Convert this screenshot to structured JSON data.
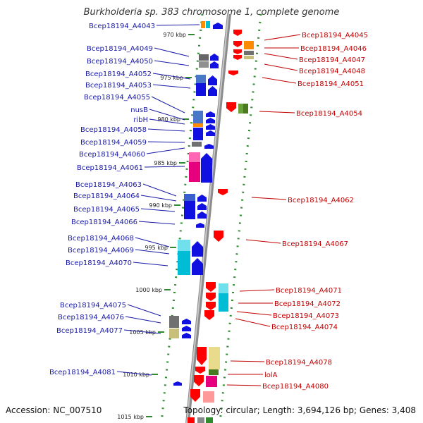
{
  "title": "Burkholderia sp. 383 chromosome 1, complete genome",
  "accession": "Accession: NC_007510",
  "summary": "Topology: circular; Length: 3,694,126 bp; Genes: 3,408",
  "colors": {
    "forward_label": "#1a1aa6",
    "reverse_label": "#c00000",
    "backbone": "#8c8c8c",
    "tick": "#2e8b2e"
  },
  "kbp_ticks": [
    "970 kbp",
    "975 kbp",
    "980 kbp",
    "985 kbp",
    "990 kbp",
    "995 kbp",
    "1000 kbp",
    "1005 kbp",
    "1010 kbp",
    "1015 kbp"
  ],
  "forward_genes": [
    "Bcep18194_A4043",
    "Bcep18194_A4049",
    "Bcep18194_A4050",
    "Bcep18194_A4052",
    "Bcep18194_A4053",
    "Bcep18194_A4055",
    "nusB",
    "ribH",
    "Bcep18194_A4058",
    "Bcep18194_A4059",
    "Bcep18194_A4060",
    "Bcep18194_A4061",
    "Bcep18194_A4063",
    "Bcep18194_A4064",
    "Bcep18194_A4065",
    "Bcep18194_A4066",
    "Bcep18194_A4068",
    "Bcep18194_A4069",
    "Bcep18194_A4070",
    "Bcep18194_A4075",
    "Bcep18194_A4076",
    "Bcep18194_A4077",
    "Bcep18194_A4081"
  ],
  "reverse_genes": [
    "Bcep18194_A4045",
    "Bcep18194_A4046",
    "Bcep18194_A4047",
    "Bcep18194_A4048",
    "Bcep18194_A4051",
    "Bcep18194_A4054",
    "Bcep18194_A4062",
    "Bcep18194_A4067",
    "Bcep18194_A4071",
    "Bcep18194_A4072",
    "Bcep18194_A4073",
    "Bcep18194_A4074",
    "Bcep18194_A4078",
    "lolA",
    "Bcep18194_A4080"
  ]
}
